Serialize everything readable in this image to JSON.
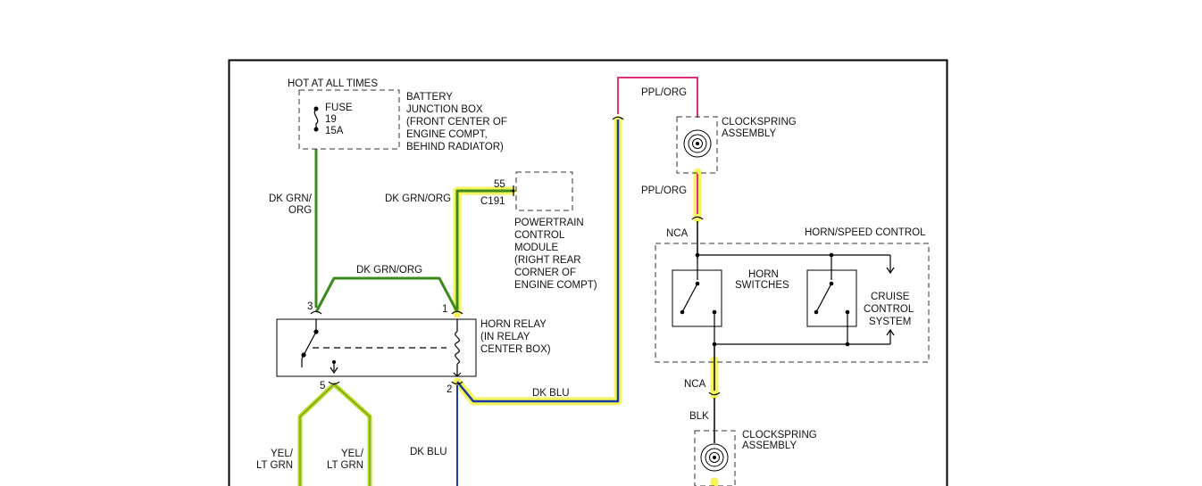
{
  "colors": {
    "frame": "#000000",
    "wire_green": "#3a8a1e",
    "wire_blue": "#1a3aa0",
    "wire_pink": "#e0307a",
    "wire_black": "#000000",
    "wire_yellow_green": "#b6dc2a",
    "highlight": "#f6f45c",
    "dashed": "#333333"
  },
  "labels": {
    "hot_at_all_times": "HOT AT ALL TIMES",
    "fuse_lines": [
      "FUSE",
      "19",
      "15A"
    ],
    "battery_box_lines": [
      "BATTERY",
      "JUNCTION BOX",
      "(FRONT CENTER OF",
      "ENGINE COMPT,",
      "BEHIND RADIATOR)"
    ],
    "wire_dk_grn_org_left": [
      "DK GRN/",
      "ORG"
    ],
    "wire_dk_grn_org_mid": "DK GRN/ORG",
    "wire_dk_grn_org_top": "DK GRN/ORG",
    "pin_55": "55",
    "connector_c191": "C191",
    "pcm_lines": [
      "POWERTRAIN",
      "CONTROL",
      "MODULE",
      "(RIGHT REAR",
      "CORNER OF",
      "ENGINE COMPT)"
    ],
    "pin_3": "3",
    "pin_1": "1",
    "pin_5": "5",
    "pin_2": "2",
    "horn_relay_lines": [
      "HORN RELAY",
      "(IN RELAY",
      "CENTER BOX)"
    ],
    "wire_dk_blu_right": "DK BLU",
    "wire_dk_blu_down": "DK BLU",
    "wire_yel_lt_grn_left": [
      "YEL/",
      "LT GRN"
    ],
    "wire_yel_lt_grn_right": [
      "YEL/",
      "LT GRN"
    ],
    "wire_ppl_org_top": "PPL/ORG",
    "wire_ppl_org_mid": "PPL/ORG",
    "clockspring_top_lines": [
      "CLOCKSPRING",
      "ASSEMBLY"
    ],
    "nca_top": "NCA",
    "horn_speed_control": "HORN/SPEED CONTROL",
    "horn_switches_lines": [
      "HORN",
      "SWITCHES"
    ],
    "cruise_lines": [
      "CRUISE",
      "CONTROL",
      "SYSTEM"
    ],
    "nca_bottom": "NCA",
    "wire_blk": "BLK",
    "clockspring_bottom_lines": [
      "CLOCKSPRING",
      "ASSEMBLY"
    ]
  }
}
